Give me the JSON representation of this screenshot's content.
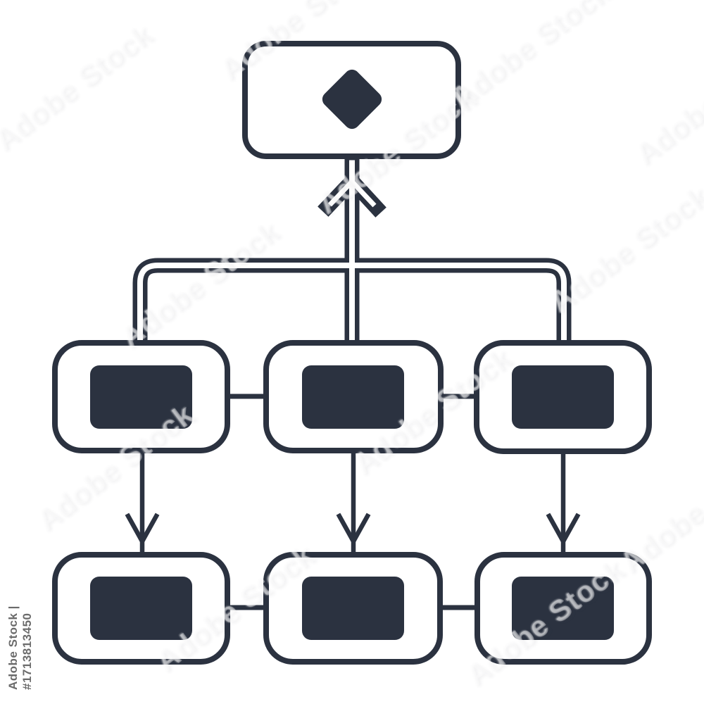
{
  "page": {
    "background": "#ffffff"
  },
  "watermark": {
    "side_text": "Adobe Stock | #1713813450",
    "tile_text": "Adobe Stock"
  },
  "diagram": {
    "type": "flowchart",
    "style": "hand-drawn outline illustration, no text labels",
    "colors": {
      "ink": "#2b3240",
      "node_fill": "#ffffff",
      "content_fill": "#2b3240"
    },
    "rows": [
      {
        "index": 0,
        "nodes": [
          {
            "id": "top",
            "shape": "rounded-rectangle",
            "content": "diamond"
          }
        ]
      },
      {
        "index": 1,
        "nodes": [
          {
            "id": "mid-left",
            "shape": "rounded-rectangle",
            "content": "filled-rectangle"
          },
          {
            "id": "mid-center",
            "shape": "rounded-rectangle",
            "content": "filled-rectangle"
          },
          {
            "id": "mid-right",
            "shape": "rounded-rectangle",
            "content": "filled-rectangle"
          }
        ]
      },
      {
        "index": 2,
        "nodes": [
          {
            "id": "bottom-left",
            "shape": "rounded-rectangle",
            "content": "filled-rectangle"
          },
          {
            "id": "bottom-center",
            "shape": "rounded-rectangle",
            "content": "filled-rectangle"
          },
          {
            "id": "bottom-right",
            "shape": "rounded-rectangle",
            "content": "filled-rectangle"
          }
        ]
      }
    ],
    "edges": [
      {
        "from": "branch",
        "to": "top",
        "type": "double-line-arrow-up"
      },
      {
        "from": "branch",
        "to": "mid-left",
        "type": "double-line"
      },
      {
        "from": "branch",
        "to": "mid-center",
        "type": "double-line"
      },
      {
        "from": "branch",
        "to": "mid-right",
        "type": "double-line"
      },
      {
        "from": "mid-left",
        "to": "mid-center",
        "type": "single-line"
      },
      {
        "from": "mid-center",
        "to": "mid-right",
        "type": "single-line"
      },
      {
        "from": "mid-left",
        "to": "bottom-left",
        "type": "arrow-down"
      },
      {
        "from": "mid-center",
        "to": "bottom-center",
        "type": "arrow-down"
      },
      {
        "from": "mid-right",
        "to": "bottom-right",
        "type": "arrow-down"
      },
      {
        "from": "bottom-left",
        "to": "bottom-center",
        "type": "single-line"
      },
      {
        "from": "bottom-center",
        "to": "bottom-right",
        "type": "single-line"
      }
    ]
  }
}
